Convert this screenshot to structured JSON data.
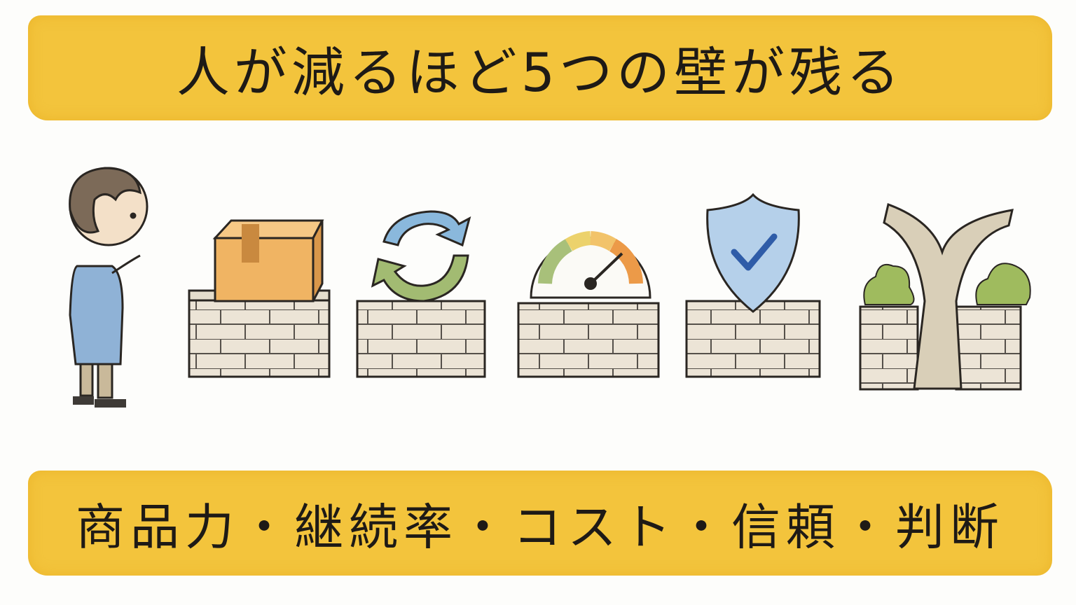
{
  "title": "人が減るほど5つの壁が残る",
  "walls_caption": "商品力・継続率・コスト・信頼・判断",
  "illustration": {
    "person": "person-icon",
    "walls": [
      {
        "topic": "商品力",
        "icon": "box-icon"
      },
      {
        "topic": "継続率",
        "icon": "refresh-arrows-icon"
      },
      {
        "topic": "コスト",
        "icon": "gauge-icon"
      },
      {
        "topic": "信頼",
        "icon": "shield-check-icon"
      },
      {
        "topic": "判断",
        "icon": "forked-road-icon"
      }
    ]
  },
  "colors": {
    "banner": "#f3c43c",
    "brick": "#ece4d6",
    "box": "#f0b463",
    "arrow_blue": "#8ab8dc",
    "arrow_green": "#a2bb72",
    "shield": "#b5d0ea",
    "bush": "#9fbb5e",
    "tree": "#d9cfb8"
  }
}
